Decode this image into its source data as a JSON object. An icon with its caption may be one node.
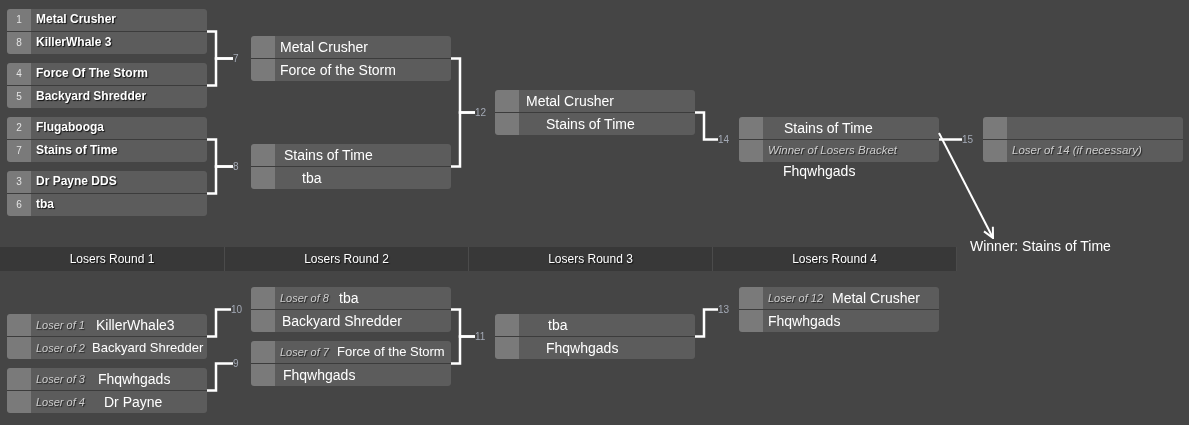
{
  "diagram": {
    "nodes": [
      {
        "text": [],
        "shape": "box"
      },
      {
        "text": [
          "1",
          "Metal Crusher"
        ],
        "in": 0
      },
      {
        "text": [
          "8",
          "KillerWhale 3"
        ],
        "in": 0
      },
      {
        "text": [],
        "shape": "box"
      },
      {
        "text": [
          "4",
          "Force Of The Storm"
        ],
        "in": 3
      },
      {
        "text": [
          "5",
          "Backyard Shredder"
        ],
        "in": 3
      },
      {
        "text": [],
        "shape": "box"
      },
      {
        "text": [
          "2",
          "Flugabooga"
        ],
        "in": 6
      },
      {
        "text": [
          "7",
          "Stains of Time"
        ],
        "in": 6
      },
      {
        "text": [],
        "shape": "box"
      },
      {
        "text": [
          "3",
          "Dr Payne DDS"
        ],
        "in": 9
      },
      {
        "text": [
          "6",
          "tba"
        ],
        "in": 9
      },
      {
        "text": [
          "7"
        ]
      },
      {
        "text": [
          "8"
        ]
      },
      {
        "text": [],
        "shape": "box"
      },
      {
        "text": [
          "Metal Crusher"
        ],
        "in": 14
      },
      {
        "text": [
          "Force of the Storm"
        ],
        "in": 14
      },
      {
        "text": [],
        "shape": "box"
      },
      {
        "text": [
          "Stains of Time"
        ],
        "in": 17
      },
      {
        "text": [
          "tba"
        ],
        "in": 17
      },
      {
        "text": [
          "12"
        ]
      },
      {
        "text": [],
        "shape": "box"
      },
      {
        "text": [
          "Metal Crusher"
        ],
        "in": 21
      },
      {
        "text": [
          "Stains of Time"
        ],
        "in": 21
      },
      {
        "text": [
          "14"
        ]
      },
      {
        "text": [],
        "shape": "box"
      },
      {
        "text": [
          "Stains of Time"
        ],
        "in": 25
      },
      {
        "text": [
          "Winner of Losers Bracket"
        ],
        "beside": [
          "Fhqwhgads"
        ],
        "in": 25
      },
      {
        "text": [
          "15"
        ]
      },
      {
        "text": [],
        "shape": "box"
      },
      {
        "text": [],
        "shape": "box",
        "in": 29
      },
      {
        "text": [
          "Loser of 14 (if necessary)"
        ],
        "in": 29
      },
      {
        "text": [
          "Winner: Stains of Time"
        ]
      },
      {
        "text": [],
        "shape": "box"
      },
      {
        "text": [
          "Loser of 1",
          "KillerWhale3"
        ],
        "in": 33
      },
      {
        "text": [
          "Loser of 2",
          "Backyard Shredder"
        ],
        "in": 33
      },
      {
        "text": [],
        "shape": "box"
      },
      {
        "text": [
          "Loser of 3",
          "Fhqwhgads"
        ],
        "in": 36
      },
      {
        "text": [
          "Loser of 4",
          "Dr Payne"
        ],
        "in": 36
      },
      {
        "text": [
          "10"
        ]
      },
      {
        "text": [
          "9"
        ]
      },
      {
        "text": [],
        "shape": "box"
      },
      {
        "text": [
          "Loser of 8",
          "tba"
        ],
        "in": 41
      },
      {
        "text": [
          "Backyard Shredder"
        ],
        "in": 41
      },
      {
        "text": [],
        "shape": "box"
      },
      {
        "text": [
          "Loser of 7",
          "Force of the Storm"
        ],
        "in": 44
      },
      {
        "text": [
          "Fhqwhgads"
        ],
        "in": 44
      },
      {
        "text": [
          "11"
        ]
      },
      {
        "text": [],
        "shape": "box"
      },
      {
        "text": [
          "tba"
        ],
        "in": 48
      },
      {
        "text": [
          "Fhqwhgads"
        ],
        "in": 48
      },
      {
        "text": [
          "13"
        ]
      },
      {
        "text": [],
        "shape": "box"
      },
      {
        "text": [
          "Loser of 12",
          "Metal Crusher"
        ],
        "in": 52
      },
      {
        "text": [
          "Fhqwhgads"
        ],
        "in": 52
      }
    ],
    "edges": [
      {
        "from": 0,
        "to": 12,
        "arrow": "none"
      },
      {
        "from": 3,
        "to": 12,
        "arrow": "none"
      },
      {
        "from": 6,
        "to": 13,
        "arrow": "none"
      },
      {
        "from": 9,
        "to": 13,
        "arrow": "none"
      },
      {
        "from": 14,
        "to": 20,
        "arrow": "none"
      },
      {
        "from": 17,
        "to": 20,
        "arrow": "none"
      },
      {
        "from": 21,
        "to": 24,
        "arrow": "none"
      },
      {
        "from": 25,
        "to": 28,
        "arrow": "none"
      },
      {
        "from": 26,
        "to": 32,
        "arrow": "to"
      },
      {
        "from": 33,
        "to": 39,
        "arrow": "none"
      },
      {
        "from": 36,
        "to": 40,
        "arrow": "none"
      },
      {
        "from": 41,
        "to": 47,
        "arrow": "none"
      },
      {
        "from": 44,
        "to": 47,
        "arrow": "none"
      },
      {
        "from": 48,
        "to": 51,
        "arrow": "none"
      }
    ],
    "labels": [
      "Losers Round 1",
      "Losers Round 2",
      "Losers Round 3",
      "Losers Round 4"
    ]
  }
}
